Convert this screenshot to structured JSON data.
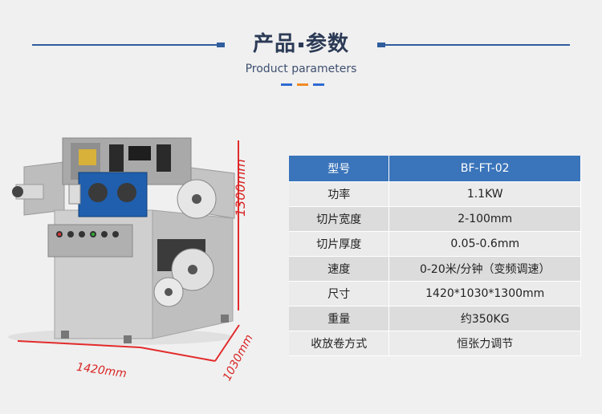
{
  "header": {
    "title_part1": "产品",
    "title_part2": "参数",
    "subtitle": "Product parameters",
    "colors": {
      "line": "#2f5d9e",
      "accent_blue": "#2f6bd1",
      "accent_orange": "#f08a24"
    }
  },
  "dimensions": {
    "height": "1300mm",
    "width": "1420mm",
    "depth": "1030mm",
    "color": "#e32b2b"
  },
  "spec_table": {
    "header": {
      "key": "型号",
      "value": "BF-FT-02"
    },
    "rows": [
      {
        "key": "功率",
        "value": "1.1KW"
      },
      {
        "key": "切片宽度",
        "value": "2-100mm"
      },
      {
        "key": "切片厚度",
        "value": "0.05-0.6mm"
      },
      {
        "key": "速度",
        "value": "0-20米/分钟（变频调速）"
      },
      {
        "key": "尺寸",
        "value": "1420*1030*1300mm"
      },
      {
        "key": "重量",
        "value": "约350KG"
      },
      {
        "key": "收放卷方式",
        "value": "恒张力调节"
      }
    ],
    "header_color": "#3a74ba"
  },
  "machine": {
    "image_name": "slitting-machine-image",
    "panel_colors": {
      "body": "#c8c8c8",
      "top": "#9e9e9e",
      "blue_part": "#1f5fae",
      "dark": "#333333"
    }
  }
}
